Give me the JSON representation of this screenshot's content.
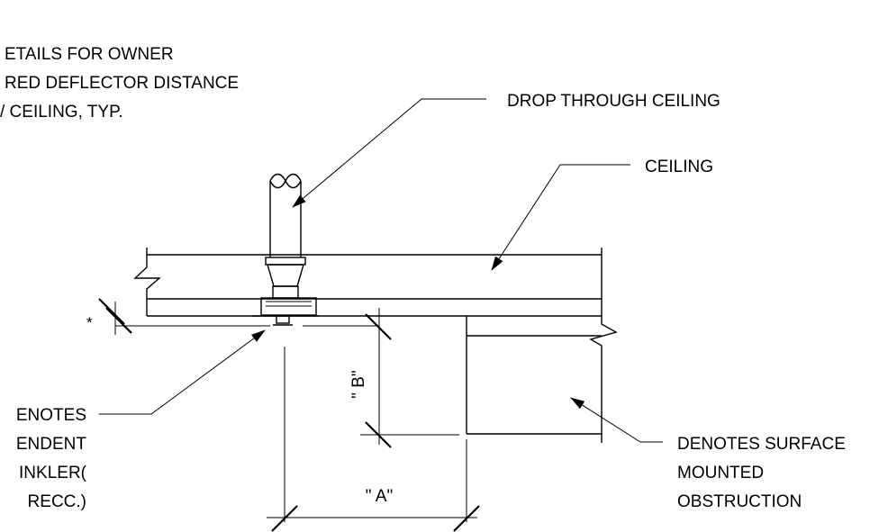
{
  "notes": {
    "top_left": [
      "ETAILS FOR OWNER",
      "RED DEFLECTOR DISTANCE",
      "/ CEILING, TYP."
    ],
    "drop_ceiling": "DROP THROUGH CEILING",
    "ceiling": "CEILING",
    "asterisk": "*",
    "pendent": [
      "ENOTES",
      "ENDENT",
      "INKLER(",
      "RECC.)"
    ],
    "obstruction": [
      "DENOTES SURFACE",
      "MOUNTED",
      "OBSTRUCTION"
    ]
  },
  "dimensions": {
    "a": "\" A\"",
    "b": "\" B\""
  }
}
